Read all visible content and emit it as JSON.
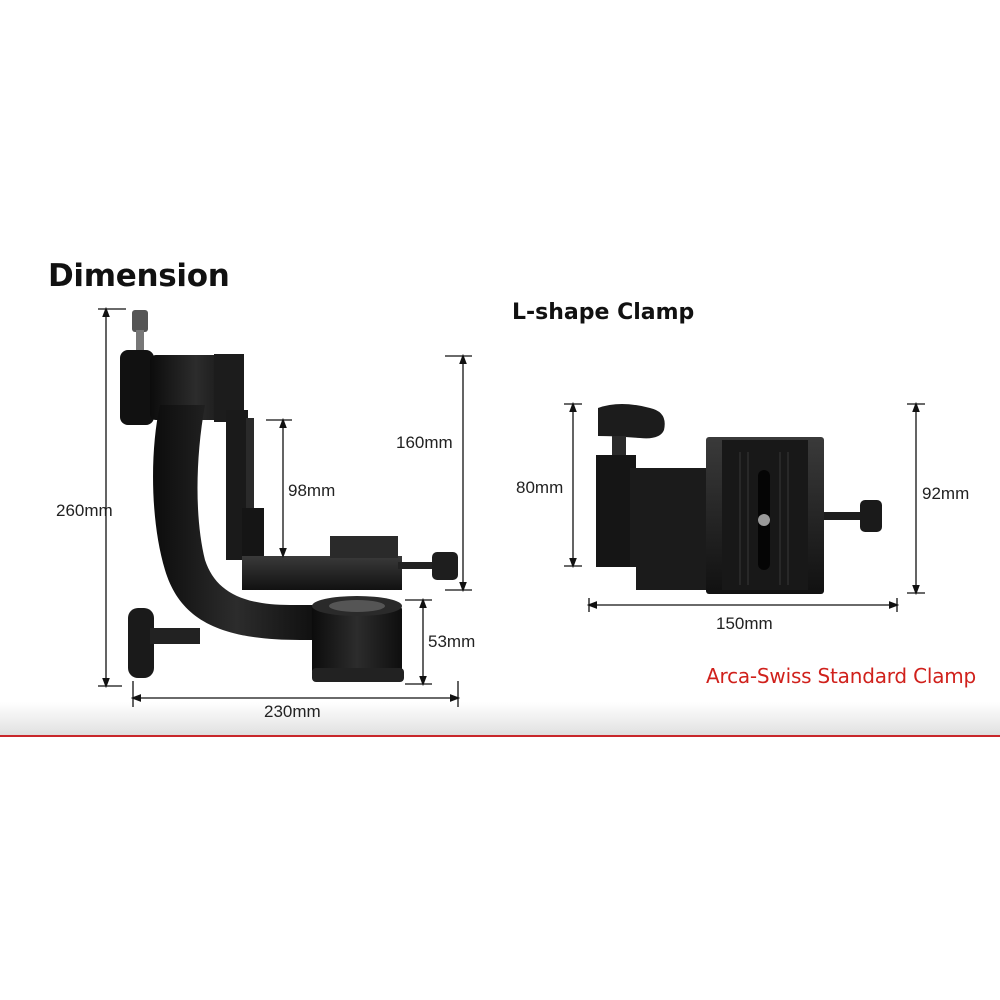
{
  "headings": {
    "dimension": "Dimension",
    "clamp": "L-shape Clamp"
  },
  "gimbal_dimensions": {
    "height_total": "260mm",
    "arm_height": "160mm",
    "clamp_drop": "98mm",
    "base_height": "53mm",
    "width_total": "230mm"
  },
  "clamp_dimensions": {
    "height_left": "80mm",
    "height_right": "92mm",
    "width": "150mm"
  },
  "caption": "Arca-Swiss Standard Clamp",
  "colors": {
    "caption_red": "#d0211c",
    "divider_red": "#c8262a",
    "product_black": "#1a1a1a"
  }
}
